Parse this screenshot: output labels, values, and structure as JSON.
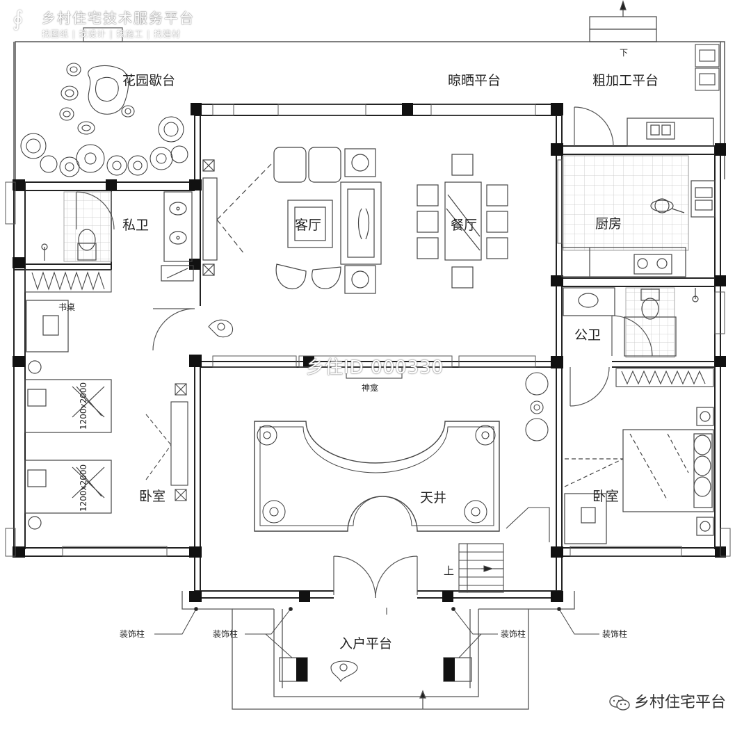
{
  "watermark": {
    "platform_name": "乡村住宅技术服务平台",
    "platform_tagline": "找图纸 | 找设计 | 找施工 | 找建材",
    "plan_id": "乡住ID 000330",
    "bottom_brand": "乡村住宅平台"
  },
  "rooms": {
    "garden_terrace": "花园歇台",
    "drying_terrace": "晾晒平台",
    "rough_processing_terrace": "粗加工平台",
    "living_room": "客厅",
    "dining_room": "餐厅",
    "kitchen": "厨房",
    "private_bathroom": "私卫",
    "public_bathroom": "公卫",
    "bedroom_left": "卧室",
    "bedroom_right": "卧室",
    "courtyard": "天井",
    "entrance_terrace": "入户平台"
  },
  "annotations": {
    "desk": "书桌",
    "shrine": "神龛",
    "bed_size_1": "1200x2000",
    "bed_size_2": "1200x2000",
    "stair_up": "上",
    "north_down": "下",
    "deco_column_1": "装饰柱",
    "deco_column_2": "装饰柱",
    "deco_column_3": "装饰柱",
    "deco_column_4": "装饰柱"
  },
  "colors": {
    "wall": "#111111",
    "line": "#444444",
    "tile": "#bbbbbb",
    "background": "#ffffff"
  }
}
